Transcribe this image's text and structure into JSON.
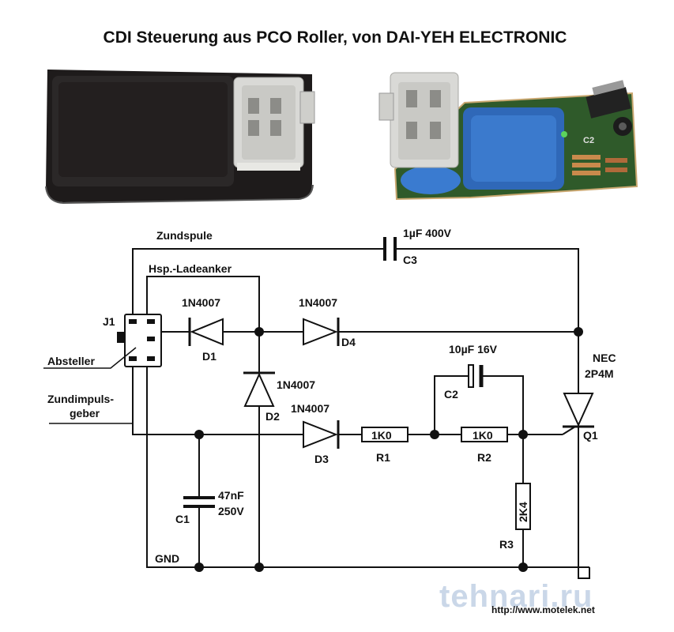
{
  "title": "CDI Steuerung aus PCO Roller, von DAI-YEH ELECTRONIC",
  "labels": {
    "zundspule": "Zundspule",
    "hsp": "Hsp.-Ladeanker",
    "j1": "J1",
    "absteller": "Absteller",
    "zundimpuls1": "Zundimpuls-",
    "zundimpuls2": "geber",
    "gnd": "GND",
    "url": "http://www.motelek.net",
    "watermark": "tehnari.ru"
  },
  "components": {
    "c3_value": "1µF 400V",
    "c3_name": "C3",
    "d1_type": "1N4007",
    "d1_name": "D1",
    "d4_type": "1N4007",
    "d4_name": "D4",
    "d2_type": "1N4007",
    "d2_name": "D2",
    "d3_type": "1N4007",
    "d3_name": "D3",
    "r1_value": "1K0",
    "r1_name": "R1",
    "r2_value": "1K0",
    "r2_name": "R2",
    "r3_value": "2K4",
    "r3_name": "R3",
    "c2_value": "10µF 16V",
    "c2_name": "C2",
    "c1_value1": "47nF",
    "c1_value2": "250V",
    "c1_name": "C1",
    "q1_maker": "NEC",
    "q1_part": "2P4M",
    "q1_name": "Q1",
    "pcb_mark": "C2"
  }
}
